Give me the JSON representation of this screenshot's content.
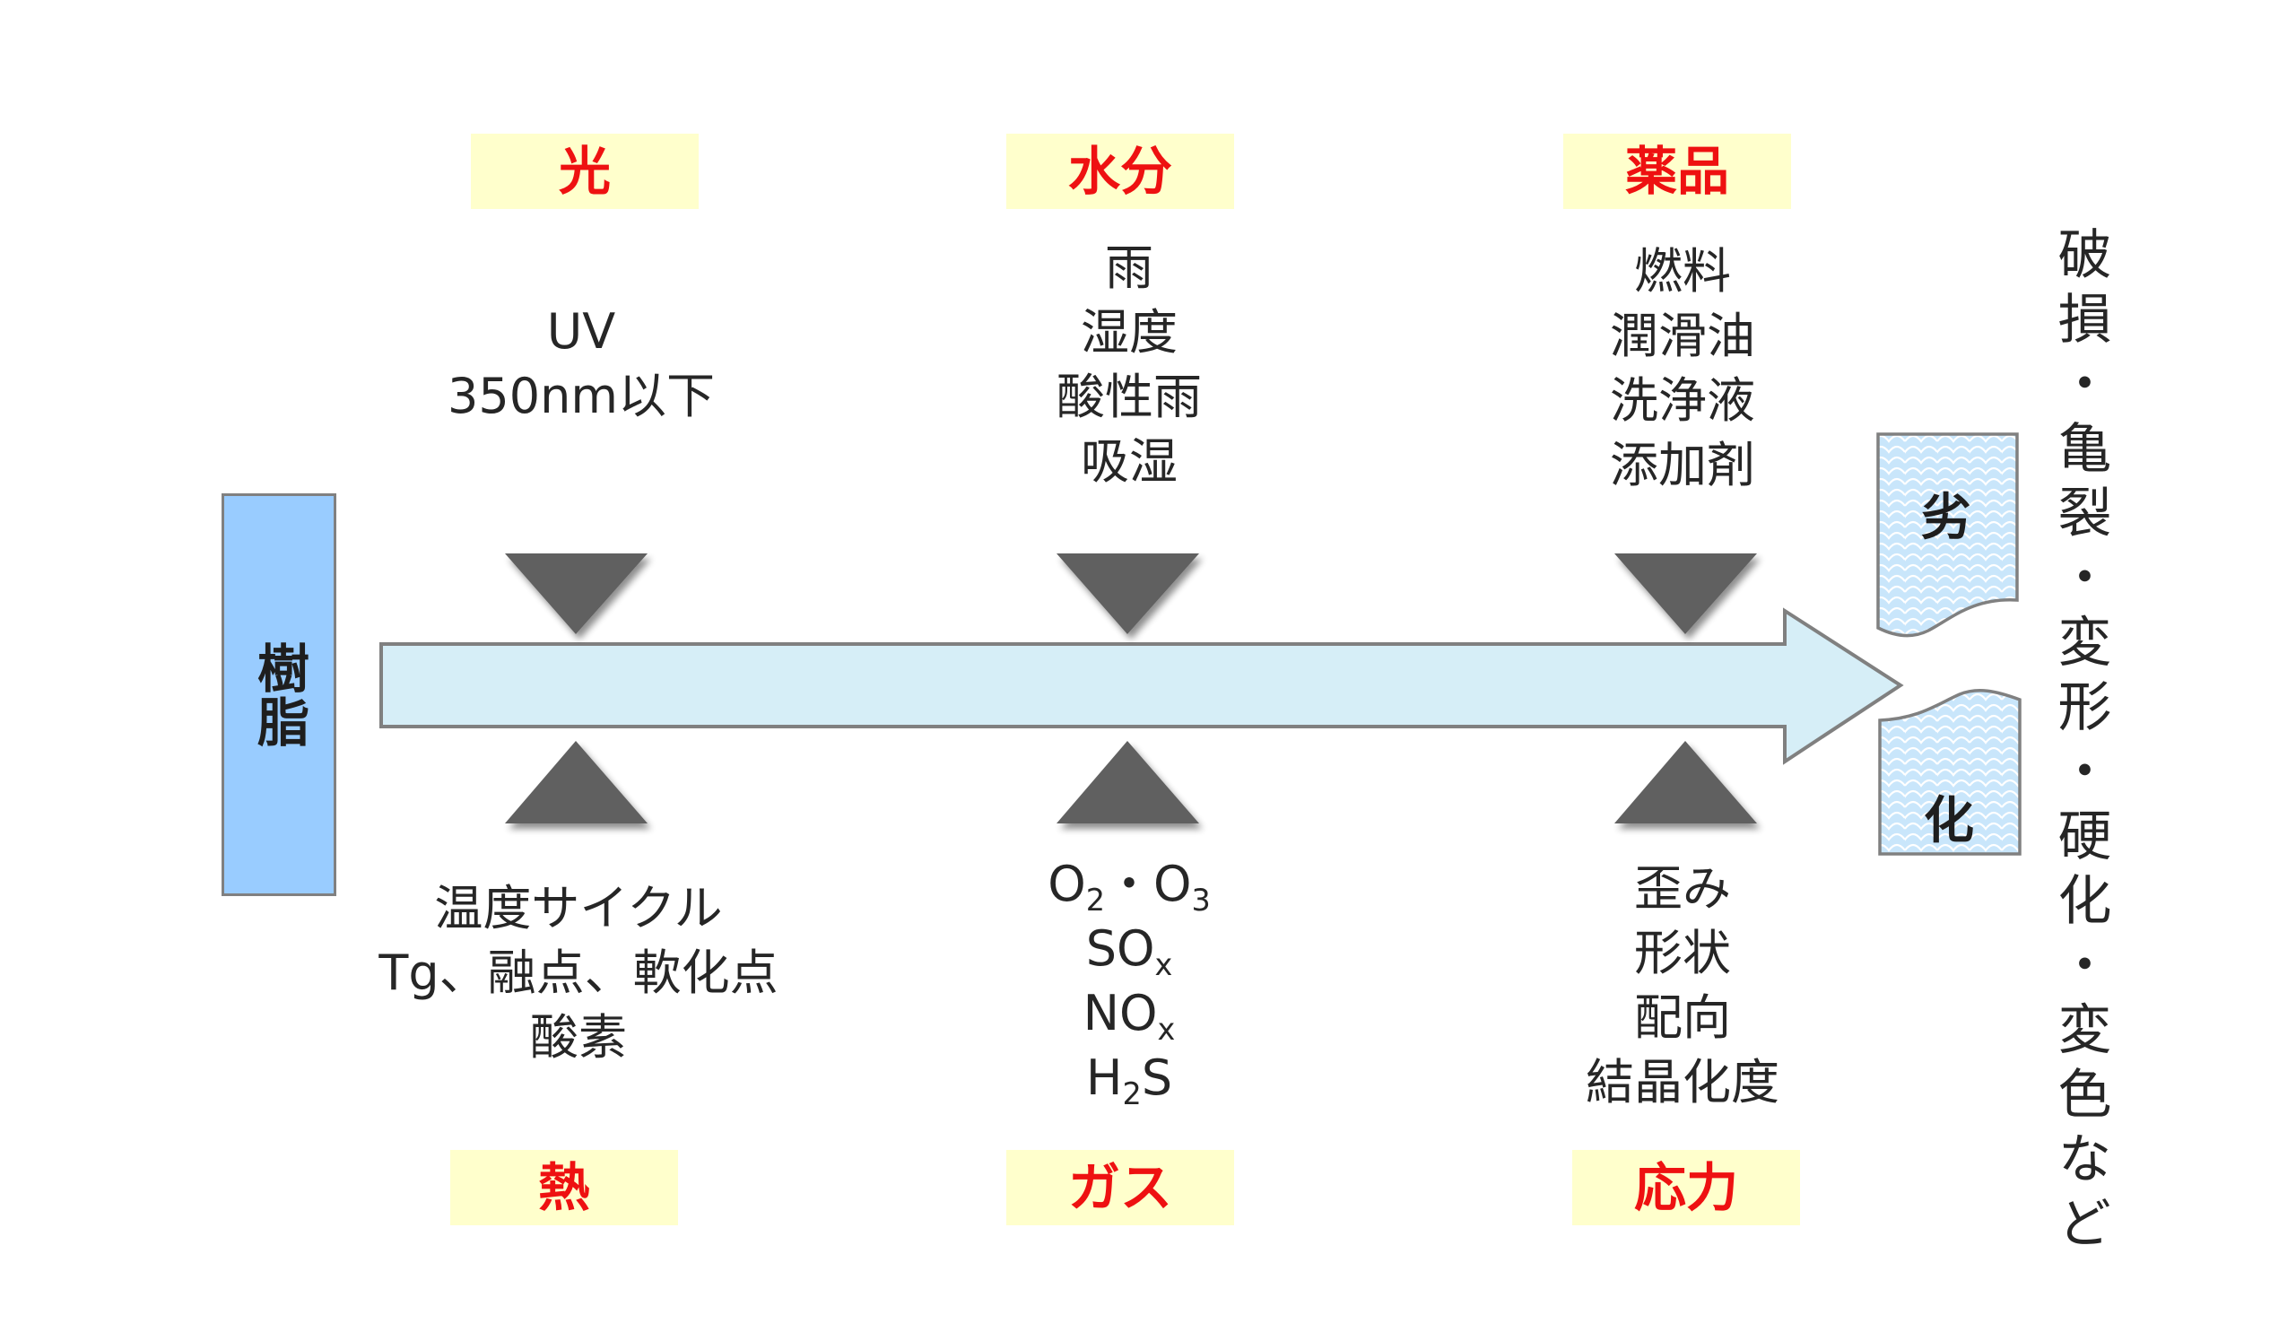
{
  "resin": {
    "label": "樹脂"
  },
  "factors_top": [
    {
      "label": "光",
      "items": [
        {
          "text": "UV"
        },
        {
          "text": "350nm以下"
        }
      ]
    },
    {
      "label": "水分",
      "items": [
        {
          "text": "雨"
        },
        {
          "text": "湿度"
        },
        {
          "text": "酸性雨"
        },
        {
          "text": "吸湿"
        }
      ]
    },
    {
      "label": "薬品",
      "items": [
        {
          "text": "燃料"
        },
        {
          "text": "潤滑油"
        },
        {
          "text": "洗浄液"
        },
        {
          "text": "添加剤"
        }
      ]
    }
  ],
  "factors_bottom": [
    {
      "label": "熱",
      "items": [
        {
          "text": "温度サイクル"
        },
        {
          "text": "Tg、融点、軟化点"
        },
        {
          "text": "酸素"
        }
      ]
    },
    {
      "label": "ガス",
      "items": [
        {
          "parts": [
            {
              "t": "O"
            },
            {
              "t": "2",
              "sub": true
            },
            {
              "t": "・O"
            },
            {
              "t": "3",
              "sub": true
            }
          ]
        },
        {
          "parts": [
            {
              "t": "SO"
            },
            {
              "t": "x",
              "sub": true
            }
          ]
        },
        {
          "parts": [
            {
              "t": "NO"
            },
            {
              "t": "x",
              "sub": true
            }
          ]
        },
        {
          "parts": [
            {
              "t": "H"
            },
            {
              "t": "2",
              "sub": true
            },
            {
              "t": "S"
            }
          ]
        }
      ]
    },
    {
      "label": "応力",
      "items": [
        {
          "text": "歪み"
        },
        {
          "text": "形状"
        },
        {
          "text": "配向"
        },
        {
          "text": "結晶化度"
        }
      ]
    }
  ],
  "degradation": {
    "char1": "劣",
    "char2": "化"
  },
  "result": {
    "text": "破損・亀裂・変形・硬化・変色など"
  },
  "colors": {
    "label_bg": "#ffffcc",
    "label_text": "#ee1111",
    "resin_fill": "#99ccff",
    "arrow_fill": "#d6eef7",
    "outline": "#808080",
    "triangle": "#606060",
    "degradation_fill": "#c9e6fb"
  }
}
